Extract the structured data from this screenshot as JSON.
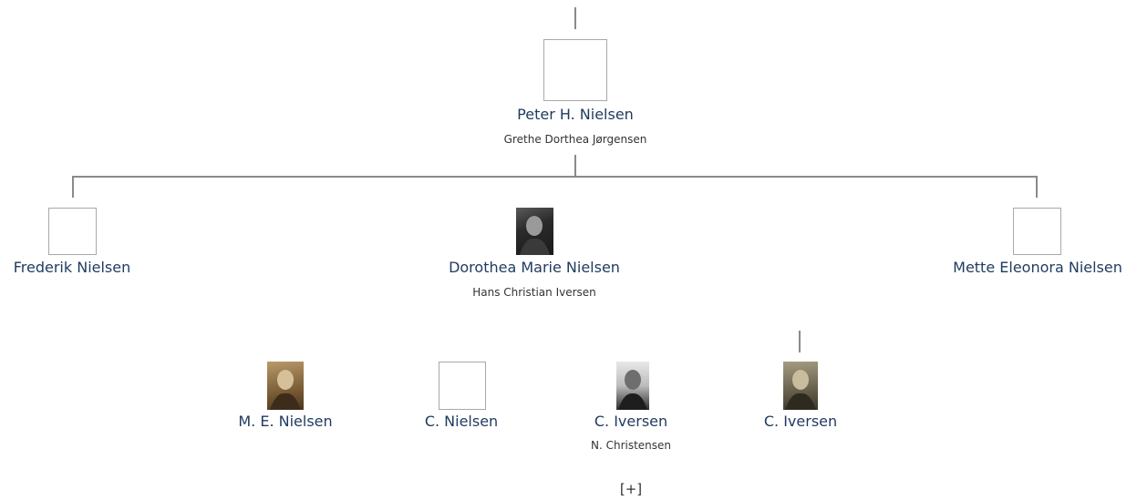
{
  "root": {
    "name": "Peter H. Nielsen",
    "spouse": "Grethe Dorthea Jørgensen",
    "photo": "empty-frame"
  },
  "children": [
    {
      "name": "Frederik Nielsen",
      "photo": "empty-frame"
    },
    {
      "name": "Dorothea Marie Nielsen",
      "spouse": "Hans Christian Iversen",
      "photo": "portrait-photo"
    },
    {
      "name": "Mette Eleonora Nielsen",
      "photo": "empty-frame"
    }
  ],
  "grandchildren": [
    {
      "name": "M. E. Nielsen",
      "photo": "portrait-photo"
    },
    {
      "name": "C. Nielsen",
      "photo": "empty-frame"
    },
    {
      "name": "C. Iversen",
      "spouse": "N. Christensen",
      "photo": "portrait-photo"
    },
    {
      "name": "C. Iversen",
      "photo": "portrait-photo"
    }
  ],
  "expand_label": "[+]"
}
